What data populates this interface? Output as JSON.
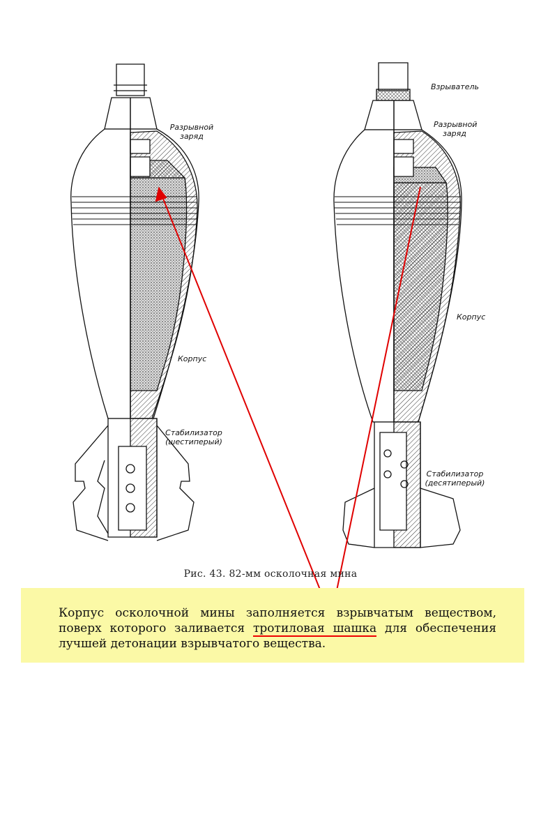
{
  "figure": {
    "left_labels": {
      "charge": "Разрывной заряд",
      "body": "Корпус",
      "stabilizer": "Стабилизатор (шестиперый)"
    },
    "right_labels": {
      "fuze": "Взрыватель",
      "charge": "Разрывной заряд",
      "body": "Корпус",
      "stabilizer": "Стабилизатор (десятиперый)"
    },
    "caption": "Рис. 43. 82-мм осколочная мина"
  },
  "text": {
    "part1": "Корпус осколочной мины заполняется взрывчатым веще­ством, поверх которого заливается ",
    "highlight": "тротиловая шашка",
    "part2": " для обес­печения лучшей детонации взрывчатого вещества."
  },
  "colors": {
    "highlight_bg": "#fbf9a6",
    "annotation": "#e00000"
  }
}
